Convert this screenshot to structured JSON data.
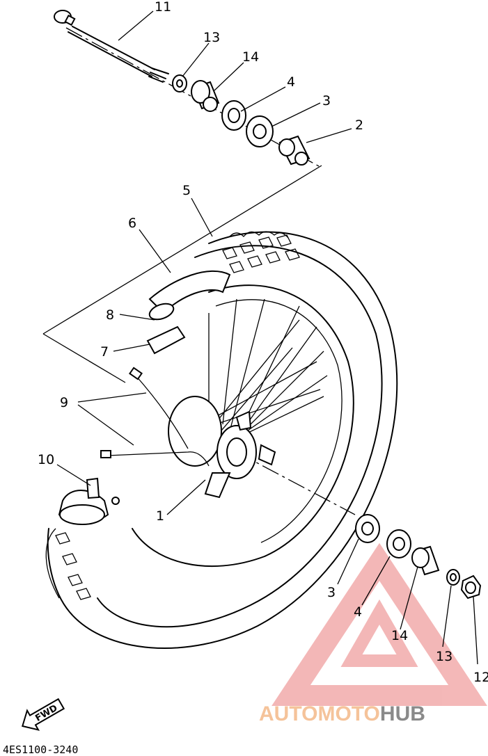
{
  "diagram": {
    "parts": [
      {
        "id": "p1",
        "number": "1"
      },
      {
        "id": "p2",
        "number": "2"
      },
      {
        "id": "p3a",
        "number": "3"
      },
      {
        "id": "p3b",
        "number": "3"
      },
      {
        "id": "p4a",
        "number": "4"
      },
      {
        "id": "p4b",
        "number": "4"
      },
      {
        "id": "p5",
        "number": "5"
      },
      {
        "id": "p6",
        "number": "6"
      },
      {
        "id": "p7",
        "number": "7"
      },
      {
        "id": "p8",
        "number": "8"
      },
      {
        "id": "p9",
        "number": "9"
      },
      {
        "id": "p10",
        "number": "10"
      },
      {
        "id": "p11",
        "number": "11"
      },
      {
        "id": "p12",
        "number": "12"
      },
      {
        "id": "p13a",
        "number": "13"
      },
      {
        "id": "p13b",
        "number": "13"
      },
      {
        "id": "p14a",
        "number": "14"
      },
      {
        "id": "p14b",
        "number": "14"
      }
    ],
    "direction_badge": "FWD",
    "drawing_code": "4ES1100-3240"
  },
  "watermark": {
    "text_part1": "AUTOMOTO",
    "text_part2": "HUB",
    "color_primary": "#f0a0a0",
    "color_secondary": "#f5c39a",
    "color_hub": "#8a8a8a"
  }
}
